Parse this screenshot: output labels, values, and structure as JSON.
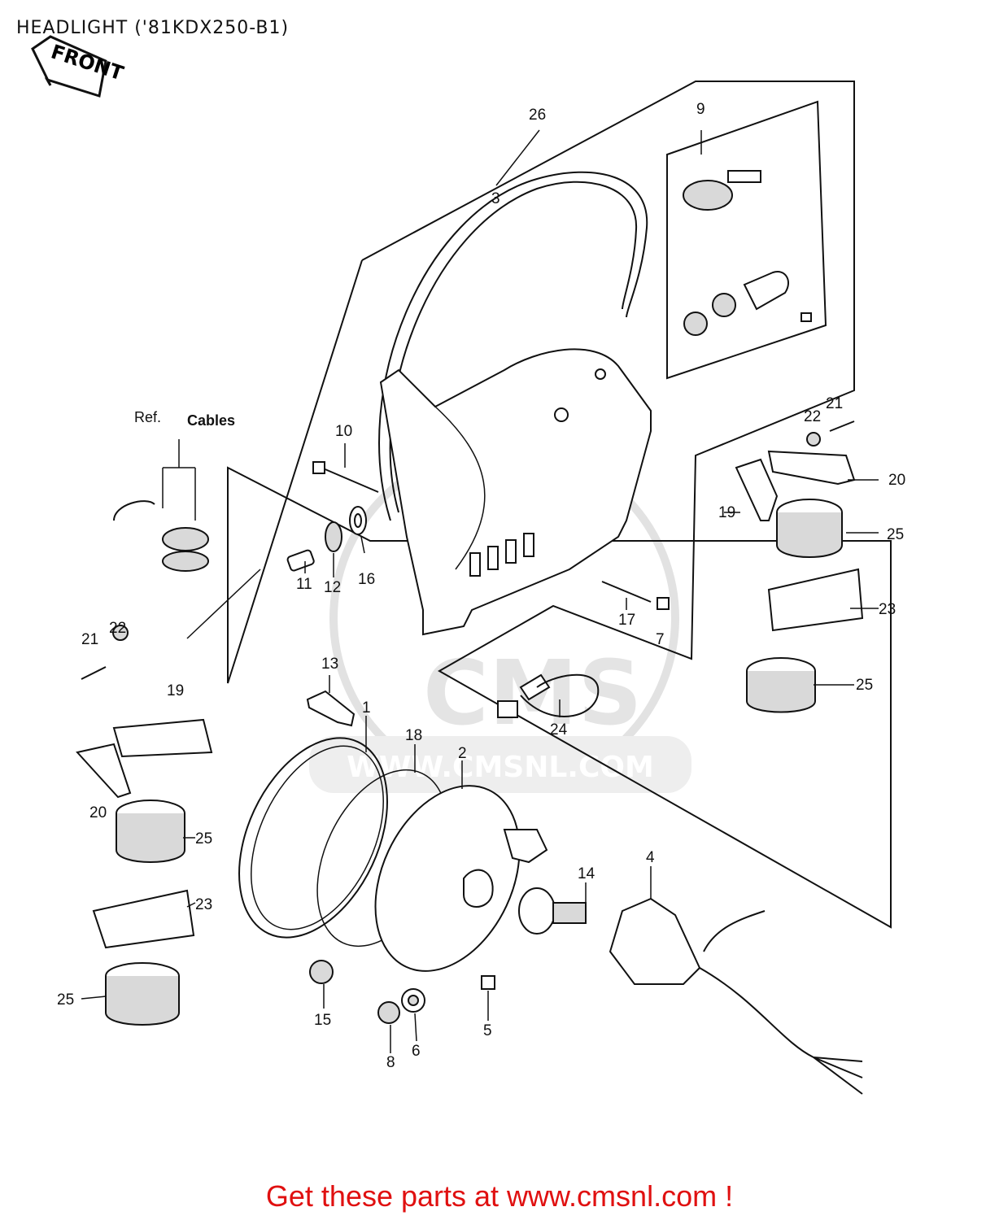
{
  "title": "HEADLIGHT ('81KDX250-B1)",
  "front_tag": "FRONT",
  "ref_label": "Ref.",
  "cables_label": "Cables",
  "watermark": {
    "logo": "CMS",
    "url": "WWW.CMSNL.COM"
  },
  "footer": "Get these parts at www.cmsnl.com !",
  "callouts": {
    "c1": "1",
    "c2": "2",
    "c3": "3",
    "c4": "4",
    "c5": "5",
    "c6": "6",
    "c7": "7",
    "c8": "8",
    "c9": "9",
    "c10": "10",
    "c11": "11",
    "c12": "12",
    "c13": "13",
    "c14": "14",
    "c15": "15",
    "c16": "16",
    "c17": "17",
    "c18": "18",
    "c19a": "19",
    "c19b": "19",
    "c20a": "20",
    "c20b": "20",
    "c21a": "21",
    "c21b": "21",
    "c22a": "22",
    "c22b": "22",
    "c23a": "23",
    "c23b": "23",
    "c24": "24",
    "c25a": "25",
    "c25b": "25",
    "c25c": "25",
    "c25d": "25",
    "c26": "26"
  },
  "colors": {
    "footer_text": "#e01010",
    "line": "#111111",
    "watermark": "#e2e2e2"
  }
}
